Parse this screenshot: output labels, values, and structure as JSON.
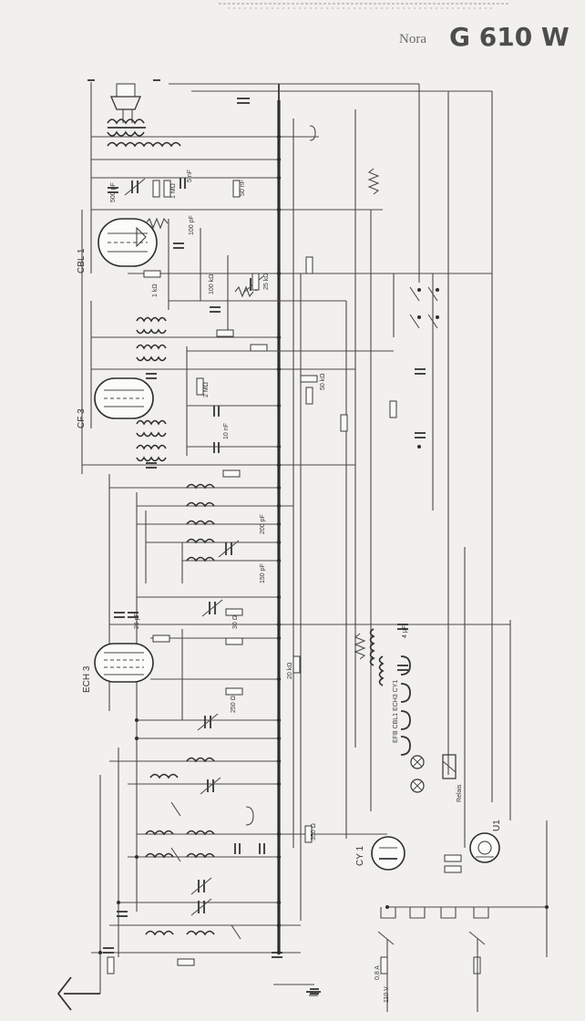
{
  "header": {
    "brand": "Nora",
    "model": "G 610 W"
  },
  "tubes": [
    {
      "id": "cbl1",
      "label": "CBL 1"
    },
    {
      "id": "cf3",
      "label": "CF 3"
    },
    {
      "id": "ech3",
      "label": "ECH 3"
    },
    {
      "id": "cy1",
      "label": "CY 1"
    },
    {
      "id": "u1",
      "label": "U1"
    }
  ],
  "labels": {
    "c_500pf": "500 pF",
    "c_5nf": "5 nF",
    "r_1k": "1 kΩ",
    "r_1m": "1 MΩ",
    "r_100k": "100 kΩ",
    "r_25k": "25 kΩ",
    "c_50nf": "50 nF",
    "c_100pf": "100 pF",
    "r_2m": "2 MΩ",
    "c_10nf": "10 nF",
    "r_50k": "50 kΩ",
    "c_200pf": "200 pF",
    "r_20k": "20 kΩ",
    "r_30": "30 Ω",
    "c_150pf": "150 pF",
    "c_25pf": "25 pF",
    "r_250": "250 Ω",
    "relay": "Relais",
    "lamps": "EFB CBL1 ECH3 CY1",
    "fuse": "0,8 A",
    "mains": "110 V",
    "r_350": "350 Ω",
    "c_4uf": "4 μF"
  }
}
